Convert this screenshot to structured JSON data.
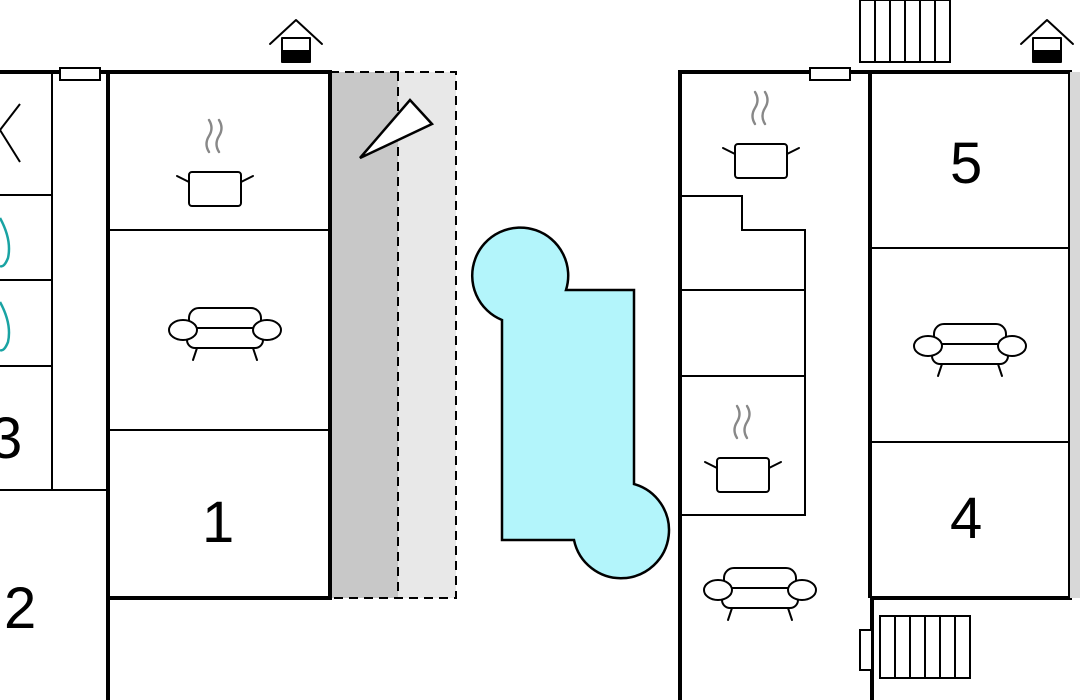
{
  "plan": {
    "room_labels": {
      "room_1": "1",
      "room_2": "2",
      "room_3": "3",
      "room_4": "4",
      "room_5": "5"
    },
    "icons": {
      "kitchen": "cooking-pot-icon",
      "living": "sofa-icon",
      "entrance": "house-entrance-icon",
      "stairs": "stairs-icon",
      "pool": "pool-shape",
      "terrace": "terrace-area"
    },
    "colors": {
      "pool": "#b3f5fb",
      "terrace_dark": "#c8c8c8",
      "terrace_light": "#e8e8e8",
      "bath_fixture": "#19a3a3",
      "steam": "#888888"
    }
  }
}
